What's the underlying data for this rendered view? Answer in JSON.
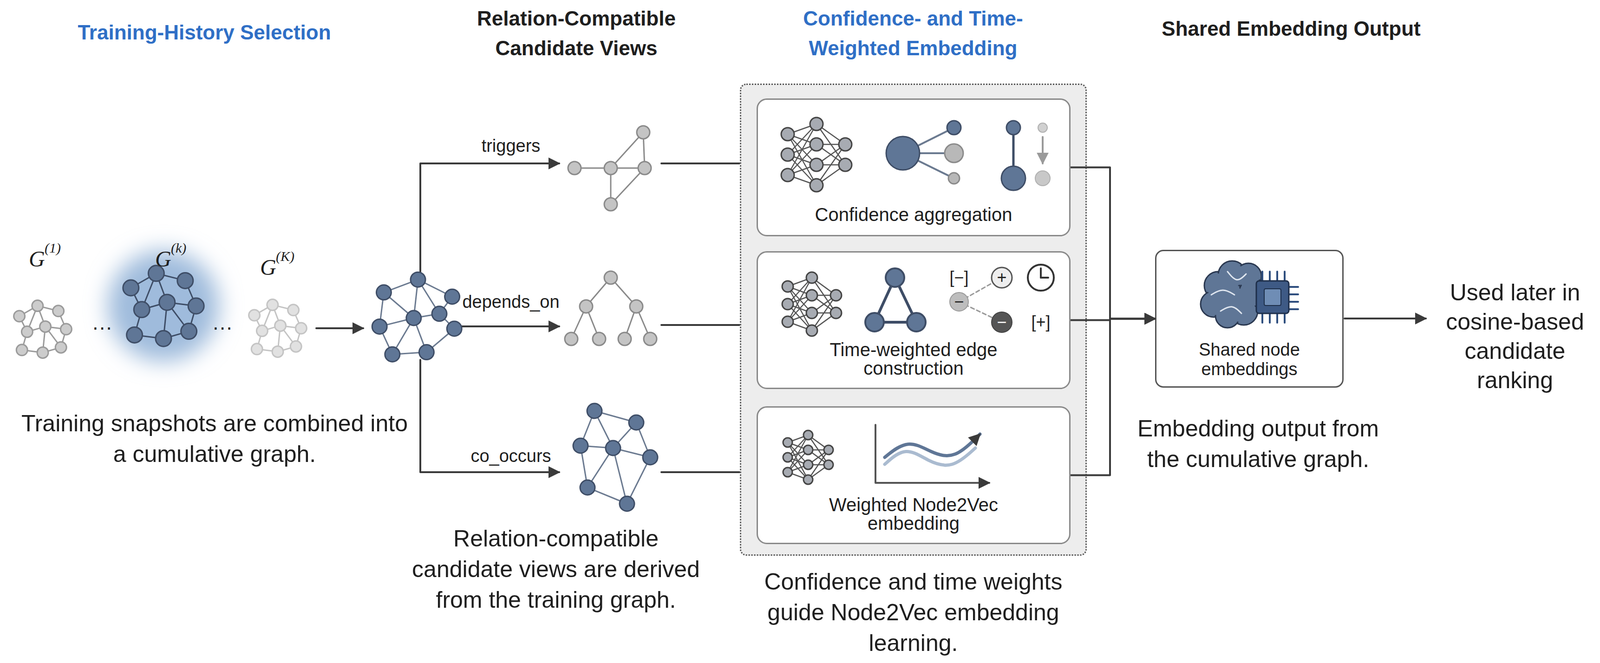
{
  "diagram": {
    "nodes": [
      {
        "text": [
          "Confidence and time weights guide Node2Vec embedding learning."
        ]
      },
      {
        "text": [
          "Confidence aggregation"
        ],
        "in": 0
      },
      {
        "text": [
          "Time-weighted edge construction"
        ],
        "in": 0
      },
      {
        "text": [
          "Weighted Node2Vec embedding"
        ],
        "in": 0
      },
      {
        "text": [
          "Shared node embeddings"
        ]
      }
    ],
    "edges": [
      {
        "from": 1,
        "to": 4,
        "arrow": "to"
      },
      {
        "from": 2,
        "to": 4,
        "arrow": "to"
      },
      {
        "from": 3,
        "to": 4,
        "arrow": "to"
      }
    ],
    "labels": [
      "Training-History Selection",
      "Relation-Compatible Candidate Views",
      "Confidence- and Time-Weighted Embedding",
      "Shared Embedding Output",
      "G",
      "(1)",
      "···",
      "G",
      "(k)",
      "···",
      "G",
      "(K)",
      "Training snapshots are combined into a cumulative graph.",
      "triggers",
      "depends_on",
      "co_occurs",
      "Relation-compatible candidate views are derived from the training graph.",
      "[−]",
      "+",
      "−",
      "−",
      "[+]",
      "Embedding output from the cumulative graph.",
      "Used later in cosine-based candidate ranking"
    ]
  }
}
